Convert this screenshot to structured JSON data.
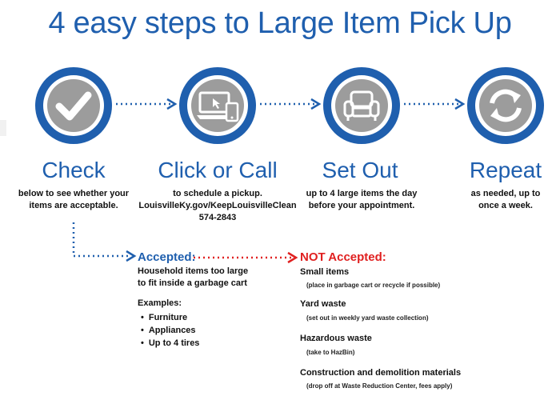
{
  "title": "4 easy steps to Large Item Pick Up",
  "colors": {
    "brand_blue": "#1f5fae",
    "gray": "#9c9c9c",
    "red": "#e02020"
  },
  "steps": [
    {
      "title": "Check",
      "icon": "checkmark-icon",
      "lines": [
        "below to see whether your",
        "items are acceptable."
      ]
    },
    {
      "title": "Click or Call",
      "icon": "computer-phone-icon",
      "lines": [
        "to schedule a pickup.",
        "LouisvilleKy.gov/KeepLouisvilleClean",
        "574-2843"
      ]
    },
    {
      "title": "Set Out",
      "icon": "armchair-icon",
      "lines": [
        "up to 4 large items the day",
        "before your appointment."
      ]
    },
    {
      "title": "Repeat",
      "icon": "repeat-arrows-icon",
      "lines": [
        "as needed, up to",
        "once a week."
      ]
    }
  ],
  "accepted": {
    "heading": "Accepted:",
    "description": [
      "Household items too large",
      "to fit inside a garbage cart"
    ],
    "examples_label": "Examples:",
    "examples": [
      "Furniture",
      "Appliances",
      "Up to 4 tires"
    ]
  },
  "not_accepted": {
    "heading": "NOT Accepted:",
    "items": [
      {
        "name": "Small items",
        "note": "(place in garbage cart or recycle if possible)"
      },
      {
        "name": "Yard waste",
        "note": "(set out in weekly yard waste collection)"
      },
      {
        "name": "Hazardous waste",
        "note": "(take to HazBin)"
      },
      {
        "name": "Construction and demolition materials",
        "note": "(drop off at Waste Reduction Center, fees apply)"
      }
    ]
  }
}
